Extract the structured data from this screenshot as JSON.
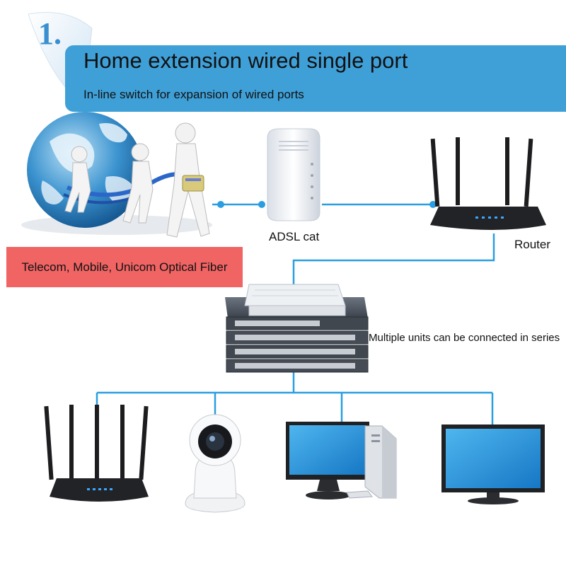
{
  "step_number": "1.",
  "title": "Home extension wired single port",
  "subtitle": "In-line switch for expansion of wired ports",
  "labels": {
    "fiber": "Telecom, Mobile, Unicom Optical Fiber",
    "adsl": "ADSL cat",
    "router": "Router",
    "series": "Multiple units can be connected in series"
  },
  "colors": {
    "banner": "#3fa0d8",
    "fiber_box": "#f06464",
    "connector": "#2a9ee0",
    "step_number": "#3a8fd0"
  },
  "icons": [
    "globe-with-people-icon",
    "adsl-modem-icon",
    "wifi-router-icon",
    "network-switch-stack-icon",
    "ip-camera-icon",
    "desktop-computer-icon",
    "monitor-icon"
  ]
}
